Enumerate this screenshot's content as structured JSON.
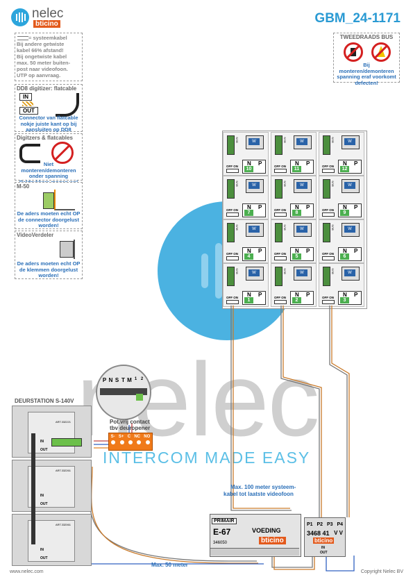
{
  "header": {
    "logo_name": "nelec",
    "logo_sub": "bticino",
    "doc_code": "GBM_24-1171"
  },
  "notes": {
    "systeemkabel": {
      "lines": [
        "= systeemkabel",
        "Bij andere getwiste",
        "kabel 66% afstand!",
        "Bij ongetwiste kabel",
        "max. 50 meter buiten-",
        "post naar videofoon.",
        "UTP op aanvraag."
      ]
    },
    "dd8": {
      "title": "DD8 digitizer: flatcable",
      "in": "IN",
      "out": "OUT",
      "text": "Connector van flatcable nokje juiste kant op bij aansluiten op DD8"
    },
    "digitizers": {
      "title": "Digitzers & flatcables",
      "text": "Niet monteren/demonteren onder spanning Beldrukkers mogen wel"
    },
    "m50": {
      "title": "M-50",
      "text": "De aders moeten echt OP de connector doorgelust worden!"
    },
    "videoverdeler": {
      "title": "VideoVerdeler",
      "text": "De aders moeten echt OP de klemmen doorgelust worden!"
    },
    "tweedraads": {
      "title": "TWEEDRAADS BUS",
      "text": "Bij monteren/demonteren spanning eraf voorkomt defecten!"
    }
  },
  "panel": {
    "offon": "OFF ON",
    "n": "N",
    "p": "P",
    "w": "W",
    "bus": "BUS",
    "cells": [
      "10",
      "11",
      "12",
      "7",
      "8",
      "9",
      "4",
      "5",
      "6",
      "1",
      "2",
      "3"
    ]
  },
  "deurstation": {
    "title": "DEURSTATION S-140V",
    "io_in": "IN",
    "io_out": "OUT",
    "art1": "ART.332221",
    "art2": "ART.332261",
    "art3": "ART.332061"
  },
  "connector": {
    "pins": [
      "P",
      "N",
      "S",
      "T",
      "M",
      "1",
      "2"
    ]
  },
  "contact": {
    "label1": "Pot.vrij contact",
    "label2": "tbv deuropener",
    "pins": [
      "S-",
      "S+",
      "C",
      "NC",
      "NO"
    ]
  },
  "annotations": {
    "max100": "Max. 100 meter systeem-",
    "max100b": "kabel tot laatste videofoon",
    "max50": "Max. 50 meter"
  },
  "voeding": {
    "tag": "PRIMAIR",
    "model": "E-67",
    "label": "VOEDING",
    "art": "346050",
    "brand": "bticino"
  },
  "verdeler": {
    "ports": [
      "P1",
      "P2",
      "P3",
      "P4"
    ],
    "model": "3468 41",
    "vv": "V V",
    "in": "IN",
    "out": "OUT",
    "brand": "bticino"
  },
  "watermark": {
    "big": "nelec",
    "slogan": "INTERCOM MADE EASY"
  },
  "footer": {
    "url": "www.nelec.com",
    "copyright": "Copyright Nelec BV"
  }
}
